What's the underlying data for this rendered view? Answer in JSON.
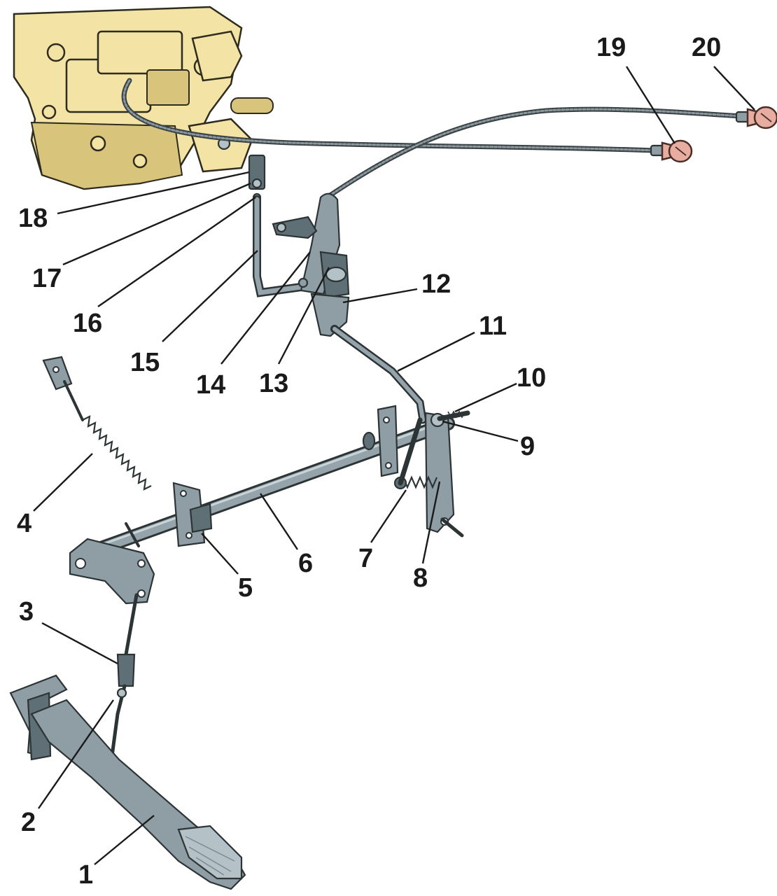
{
  "diagram": {
    "callouts": [
      {
        "number": "1"
      },
      {
        "number": "2"
      },
      {
        "number": "3"
      },
      {
        "number": "4"
      },
      {
        "number": "5"
      },
      {
        "number": "6"
      },
      {
        "number": "7"
      },
      {
        "number": "8"
      },
      {
        "number": "9"
      },
      {
        "number": "10"
      },
      {
        "number": "11"
      },
      {
        "number": "12"
      },
      {
        "number": "13"
      },
      {
        "number": "14"
      },
      {
        "number": "15"
      },
      {
        "number": "16"
      },
      {
        "number": "17"
      },
      {
        "number": "18"
      },
      {
        "number": "19"
      },
      {
        "number": "20"
      }
    ]
  },
  "colors": {
    "carburetor": "#f3e3a4",
    "metal_parts": "#8e9ea4",
    "knobs": "#e7ada0",
    "outline": "#2d3436",
    "callout_text": "#1a1a1a"
  }
}
